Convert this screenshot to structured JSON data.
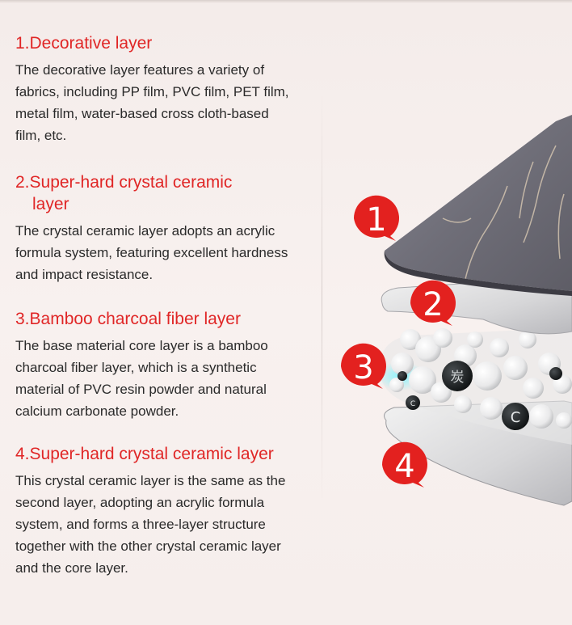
{
  "sections": [
    {
      "title": "1.Decorative layer",
      "body": "The decorative layer features a variety of fabrics, including PP film, PVC film, PET film, metal film, water-based cross cloth-based film, etc."
    },
    {
      "title_line1": "2.Super-hard crystal ceramic",
      "title_line2": "layer",
      "body": "The crystal ceramic layer adopts an acrylic formula system, featuring excellent hardness and impact resistance."
    },
    {
      "title": "3.Bamboo charcoal fiber layer",
      "body": "The base material core layer is a bamboo charcoal fiber layer, which is a synthetic material of PVC resin powder and natural calcium carbonate powder."
    },
    {
      "title": "4.Super-hard crystal ceramic layer",
      "body": "This crystal ceramic layer is the same as the second layer, adopting an acrylic formula system, and forms a three-layer structure together with the other crystal ceramic layer and the core layer."
    }
  ],
  "badges": [
    "1",
    "2",
    "3",
    "4"
  ],
  "particle_labels": {
    "charcoal_char": "炭",
    "carbon": "C"
  },
  "colors": {
    "heading": "#e02626",
    "badge": "#e3211f",
    "body": "#2a2a2a",
    "stone": "#6f6e78"
  }
}
